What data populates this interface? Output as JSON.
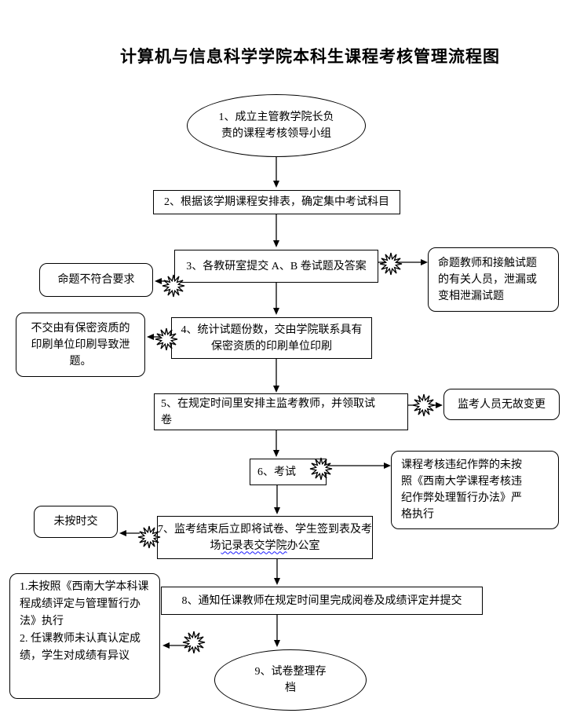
{
  "title": "计算机与信息科学学院本科生课程考核管理流程图",
  "colors": {
    "ink": "#000000",
    "paper": "#ffffff",
    "squiggle": "#1a1aff"
  },
  "icons": {
    "burst": "starburst-explosion"
  },
  "nodes": {
    "step1": {
      "label": "1、成立主管教学院长负责的课程考核领导小组"
    },
    "step2": {
      "label": "2、根据该学期课程安排表，确定集中考试科目"
    },
    "step3": {
      "label": "3、各教研室提交 A、B 卷试题及答案"
    },
    "step4": {
      "label": "4、统计试题份数，交由学院联系具有保密资质的印刷单位印刷"
    },
    "step5": {
      "label": "5、在规定时间里安排主监考教师，并领取试卷"
    },
    "step6": {
      "label": "6、考试"
    },
    "step7": {
      "part1": "7、监考结束后立即将试卷、学生签到表及考场",
      "underlined": "记录表交学院",
      "part2": "办公室"
    },
    "step8": {
      "label": "8、通知任课教师在规定时间里完成阅卷及成绩评定并提交"
    },
    "step9": {
      "label": "9、试卷整理存档"
    }
  },
  "notes": {
    "proposition_fail": {
      "label": "命题不符合要求"
    },
    "leak": {
      "label": "命题教师和接触试题的有关人员，泄漏或变相泄漏试题"
    },
    "print_leak": {
      "label": "不交由有保密资质的印刷单位印刷导致泄题。"
    },
    "invigilator_change": {
      "label": "监考人员无故变更"
    },
    "cheating": {
      "label": "课程考核违纪作弊的未按照《西南大学课程考核违纪作弊处理暂行办法》严格执行"
    },
    "late_submission": {
      "label": "未按时交"
    },
    "grading": {
      "line1": "1.未按照《西南大学本科课程成绩评定与管理暂行办法》执行",
      "line2": "2. 任课教师未认真认定成绩，学生对成绩有异议"
    }
  }
}
